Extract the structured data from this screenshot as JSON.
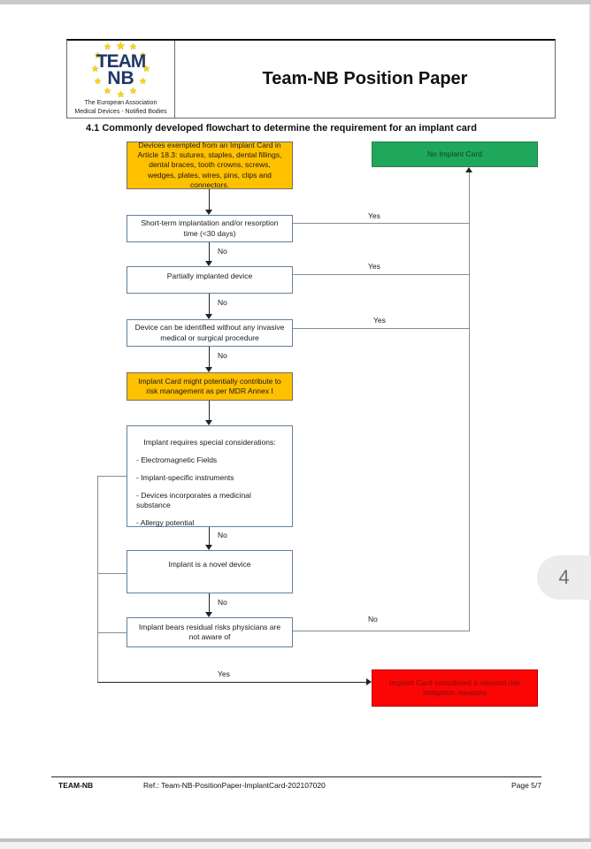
{
  "viewer": {
    "page_indicator": "4"
  },
  "header": {
    "logo": {
      "word1": "TEAM",
      "word2": "NB",
      "caption_line1": "The European Association",
      "caption_line2": "Medical Devices - Notified Bodies"
    },
    "title": "Team-NB Position Paper"
  },
  "section_heading": "4.1 Commonly developed flowchart to determine the requirement for an implant card",
  "flowchart": {
    "labels": {
      "yes": "Yes",
      "no": "No"
    },
    "nodes": {
      "exempted": {
        "text": "Devices exempted from an Implant Card in Article 18.3: sutures, staples, dental fillings, dental braces, tooth crowns, screws, wedges, plates, wires, pins, clips and connectors."
      },
      "no_implant_card": {
        "text": "No Implant Card"
      },
      "short_term": {
        "text": "Short-term implantation and/or resorption time (<30 days)"
      },
      "partially_implanted": {
        "text": "Partially implanted device"
      },
      "identified_without_procedure": {
        "text": "Device can be identified without any invasive medical or surgical procedure"
      },
      "risk_management": {
        "text": "Implant Card might potentially contribute to risk management as per MDR Annex I"
      },
      "considerations": {
        "heading": "Implant requires special considerations:",
        "items": [
          "-  Electromagnetic Fields",
          "-  Implant-specific instruments",
          "- Devices incorporates a medicinal substance",
          "- Allergy potential"
        ]
      },
      "novel_device": {
        "text": "Implant is a novel device"
      },
      "residual_risks": {
        "text": "Implant bears residual risks physicians are not aware of"
      },
      "risk_mitigation": {
        "text": "Implant Card considered a relevant risk mitigation measure"
      }
    },
    "colors": {
      "exempt_and_risk_boxes": "#FFC000",
      "no_implant_card_box": "#1FA85C",
      "risk_mitigation_box": "#FB0505",
      "risk_mitigation_text": "#7A1212",
      "logo_navy": "#203864",
      "star_gold": "#FFD700"
    }
  },
  "footer": {
    "org": "TEAM-NB",
    "reference": "Ref.: Team-NB-PositionPaper-ImplantCard-202107020",
    "page": "Page 5/7"
  }
}
